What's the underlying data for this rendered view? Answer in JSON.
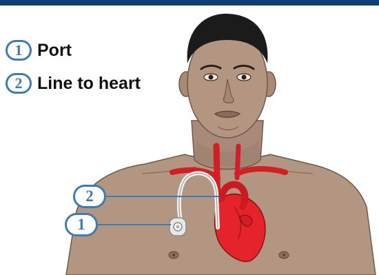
{
  "colors": {
    "accent": "#0f3f73",
    "callout": "#3d7cb2",
    "callout_fill": "#ffffff",
    "skin": "#b39682",
    "skin_shadow": "#9c7e6b",
    "hair": "#1b1b1b",
    "vessel": "#d21e24",
    "heart": "#e5232a",
    "port": "#e7e7e7"
  },
  "legend": [
    {
      "number": "1",
      "label": "Port"
    },
    {
      "number": "2",
      "label": "Line to heart"
    }
  ],
  "callouts": [
    {
      "number": "2",
      "target": "line-to-heart"
    },
    {
      "number": "1",
      "target": "port"
    }
  ],
  "icons": {
    "person": "person-illustration-icon",
    "heart": "heart-icon",
    "port": "port-device-icon"
  }
}
